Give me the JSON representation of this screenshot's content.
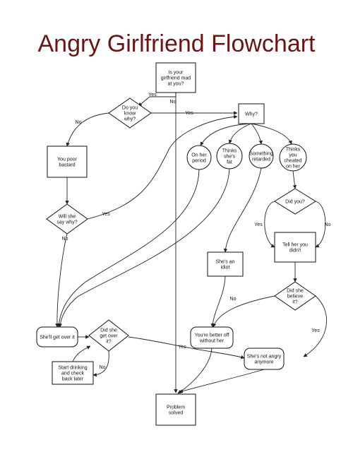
{
  "title": "Angry Girlfriend Flowchart",
  "nodes": [
    {
      "id": "mad",
      "shape": "rect",
      "lines": [
        "Is your",
        "girlfriend mad",
        "at you?"
      ]
    },
    {
      "id": "know",
      "shape": "diamond",
      "lines": [
        "Do you",
        "know",
        "why?"
      ]
    },
    {
      "id": "why",
      "shape": "rect",
      "lines": [
        "Why?"
      ]
    },
    {
      "id": "poor",
      "shape": "rect",
      "lines": [
        "You poor",
        "bastard"
      ]
    },
    {
      "id": "period",
      "shape": "circle",
      "lines": [
        "On her",
        "period"
      ]
    },
    {
      "id": "fat",
      "shape": "circle",
      "lines": [
        "Thinks",
        "she's",
        "fat"
      ]
    },
    {
      "id": "retarded",
      "shape": "circle",
      "lines": [
        "Something",
        "retarded"
      ]
    },
    {
      "id": "cheated",
      "shape": "circle",
      "lines": [
        "Thinks",
        "you",
        "cheated",
        "on her"
      ]
    },
    {
      "id": "willsay",
      "shape": "diamond",
      "lines": [
        "Will she",
        "say why?"
      ]
    },
    {
      "id": "didyou",
      "shape": "diamond",
      "lines": [
        "Did you?"
      ]
    },
    {
      "id": "tell",
      "shape": "rect",
      "lines": [
        "Tell her you",
        "didn't"
      ]
    },
    {
      "id": "idiot",
      "shape": "rect",
      "lines": [
        "She's an",
        "idiot"
      ]
    },
    {
      "id": "believe",
      "shape": "diamond",
      "lines": [
        "Did she",
        "believe",
        "it?"
      ]
    },
    {
      "id": "getover",
      "shape": "rounded",
      "lines": [
        "She'll get over it"
      ]
    },
    {
      "id": "didget",
      "shape": "diamond",
      "lines": [
        "Did she",
        "get over",
        "it?"
      ]
    },
    {
      "id": "better",
      "shape": "rounded",
      "lines": [
        "You're better off",
        "without her"
      ]
    },
    {
      "id": "notangry",
      "shape": "rounded",
      "lines": [
        "She's not angry",
        "anymore"
      ]
    },
    {
      "id": "drink",
      "shape": "rect",
      "lines": [
        "Start drinking",
        "and check",
        "back later"
      ]
    },
    {
      "id": "solved",
      "shape": "rect",
      "lines": [
        "Problem",
        "solved"
      ]
    }
  ],
  "edges": [
    {
      "from": "mad",
      "to": "know",
      "label": "Yes"
    },
    {
      "from": "mad",
      "to": "solved",
      "label": "No"
    },
    {
      "from": "know",
      "to": "why",
      "label": "Yes"
    },
    {
      "from": "know",
      "to": "poor",
      "label": "No"
    },
    {
      "from": "why",
      "to": "period",
      "label": ""
    },
    {
      "from": "why",
      "to": "fat",
      "label": ""
    },
    {
      "from": "why",
      "to": "retarded",
      "label": ""
    },
    {
      "from": "why",
      "to": "cheated",
      "label": ""
    },
    {
      "from": "poor",
      "to": "willsay",
      "label": ""
    },
    {
      "from": "willsay",
      "to": "why",
      "label": "Yes"
    },
    {
      "from": "willsay",
      "to": "getover",
      "label": "No"
    },
    {
      "from": "period",
      "to": "getover",
      "label": ""
    },
    {
      "from": "fat",
      "to": "getover",
      "label": ""
    },
    {
      "from": "retarded",
      "to": "idiot",
      "label": ""
    },
    {
      "from": "cheated",
      "to": "didyou",
      "label": ""
    },
    {
      "from": "didyou",
      "to": "tell",
      "label": "Yes"
    },
    {
      "from": "didyou",
      "to": "tell",
      "label": "No"
    },
    {
      "from": "tell",
      "to": "believe",
      "label": ""
    },
    {
      "from": "believe",
      "to": "better",
      "label": "No"
    },
    {
      "from": "believe",
      "to": "notangry",
      "label": "Yes"
    },
    {
      "from": "idiot",
      "to": "better",
      "label": ""
    },
    {
      "from": "getover",
      "to": "didget",
      "label": ""
    },
    {
      "from": "didget",
      "to": "notangry",
      "label": "Yes"
    },
    {
      "from": "didget",
      "to": "drink",
      "label": "No"
    },
    {
      "from": "drink",
      "to": "didget",
      "label": ""
    },
    {
      "from": "better",
      "to": "solved",
      "label": ""
    },
    {
      "from": "notangry",
      "to": "solved",
      "label": ""
    }
  ]
}
